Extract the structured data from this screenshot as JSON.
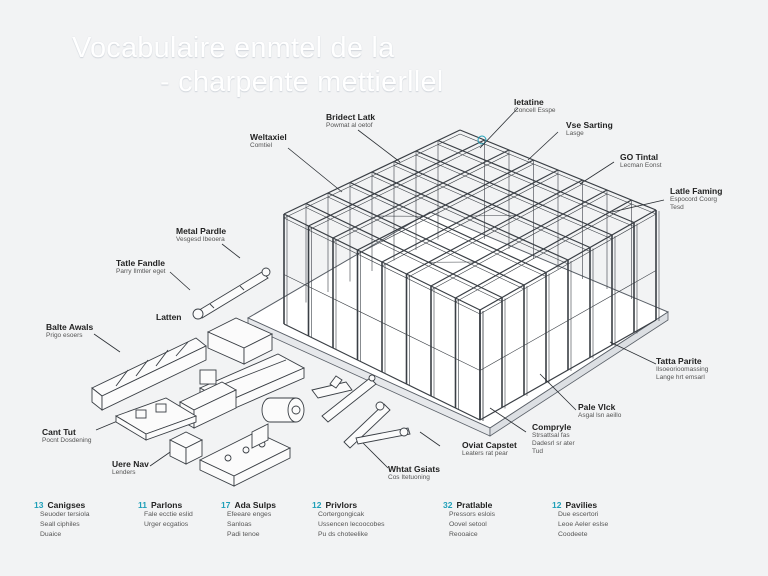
{
  "title": {
    "line1": "Vocabulaire enmtel de la",
    "line2": "- charpente mettierllel"
  },
  "callouts": [
    {
      "id": "weltaxiel",
      "title": "Weltaxiel",
      "sub": "Comtiel"
    },
    {
      "id": "bridect",
      "title": "Bridect Latk",
      "sub": "Powmat al oetof"
    },
    {
      "id": "ietatine",
      "title": "Ietatine",
      "sub": "Concell Esspe"
    },
    {
      "id": "vse-sarting",
      "title": "Vse Sarting",
      "sub": "Lasge"
    },
    {
      "id": "go-tintal",
      "title": "GO Tintal",
      "sub": "Lecman Eonst"
    },
    {
      "id": "latle-faming",
      "title": "Latle Faming",
      "sub": "Espocord Coorg\nTesd"
    },
    {
      "id": "metal-parde",
      "title": "Metal Pardle",
      "sub": "Vesgesd Ibeoera"
    },
    {
      "id": "tatle-fandle",
      "title": "Tatle Fandle",
      "sub": "Parry Ilmtler eget"
    },
    {
      "id": "latten",
      "title": "Latten",
      "sub": ""
    },
    {
      "id": "balte-awals",
      "title": "Balte Awals",
      "sub": "Prigo esoers"
    },
    {
      "id": "cant-tut",
      "title": "Cant Tut",
      "sub": "Pocnt Dosdening"
    },
    {
      "id": "uere-nav",
      "title": "Uere Nav",
      "sub": "Lenders"
    },
    {
      "id": "tatta-parite",
      "title": "Tatta Parite",
      "sub": "Ilsoeorioomassing\nLange hrt emsarl"
    },
    {
      "id": "pale-vlck",
      "title": "Pale Vlck",
      "sub": "Asgal lsn aeillo"
    },
    {
      "id": "compryle",
      "title": "Compryle",
      "sub": "Strsattsal fas\nDadesrl sr ater\nTud"
    },
    {
      "id": "oviat-capstet",
      "title": "Oviat Capstet",
      "sub": "Leaters rat pear"
    },
    {
      "id": "whtat-gsiats",
      "title": "Whtat Gsiats",
      "sub": "Cos Itetuoning"
    }
  ],
  "legend": [
    {
      "num": "13",
      "title": "Canigses",
      "rows": [
        "Seuoder tersiola",
        "Seall ciphiles",
        "Duaice"
      ]
    },
    {
      "num": "11",
      "title": "Parlons",
      "rows": [
        "Fale ecctie eslid",
        "Urger ecgatios"
      ]
    },
    {
      "num": "17",
      "title": "Ada Sulps",
      "rows": [
        "Efeeare enges",
        "Sanloas",
        "Padi tenoe"
      ]
    },
    {
      "num": "12",
      "title": "Privlors",
      "rows": [
        "Cortergongicak",
        "Ussencen lecoocobes",
        "Pu ds choteelike"
      ]
    },
    {
      "num": "32",
      "title": "Pratlable",
      "rows": [
        "Pressors eslois",
        "Oovel setool",
        "Reooaice"
      ]
    },
    {
      "num": "12",
      "title": "Pavilies",
      "rows": [
        "Due escertori",
        "Leoe Aeler eslse",
        "Coodeete"
      ]
    }
  ],
  "colors": {
    "accent": "#1f9fb8",
    "line": "#3a3f45",
    "background": "#f2f3f4"
  }
}
